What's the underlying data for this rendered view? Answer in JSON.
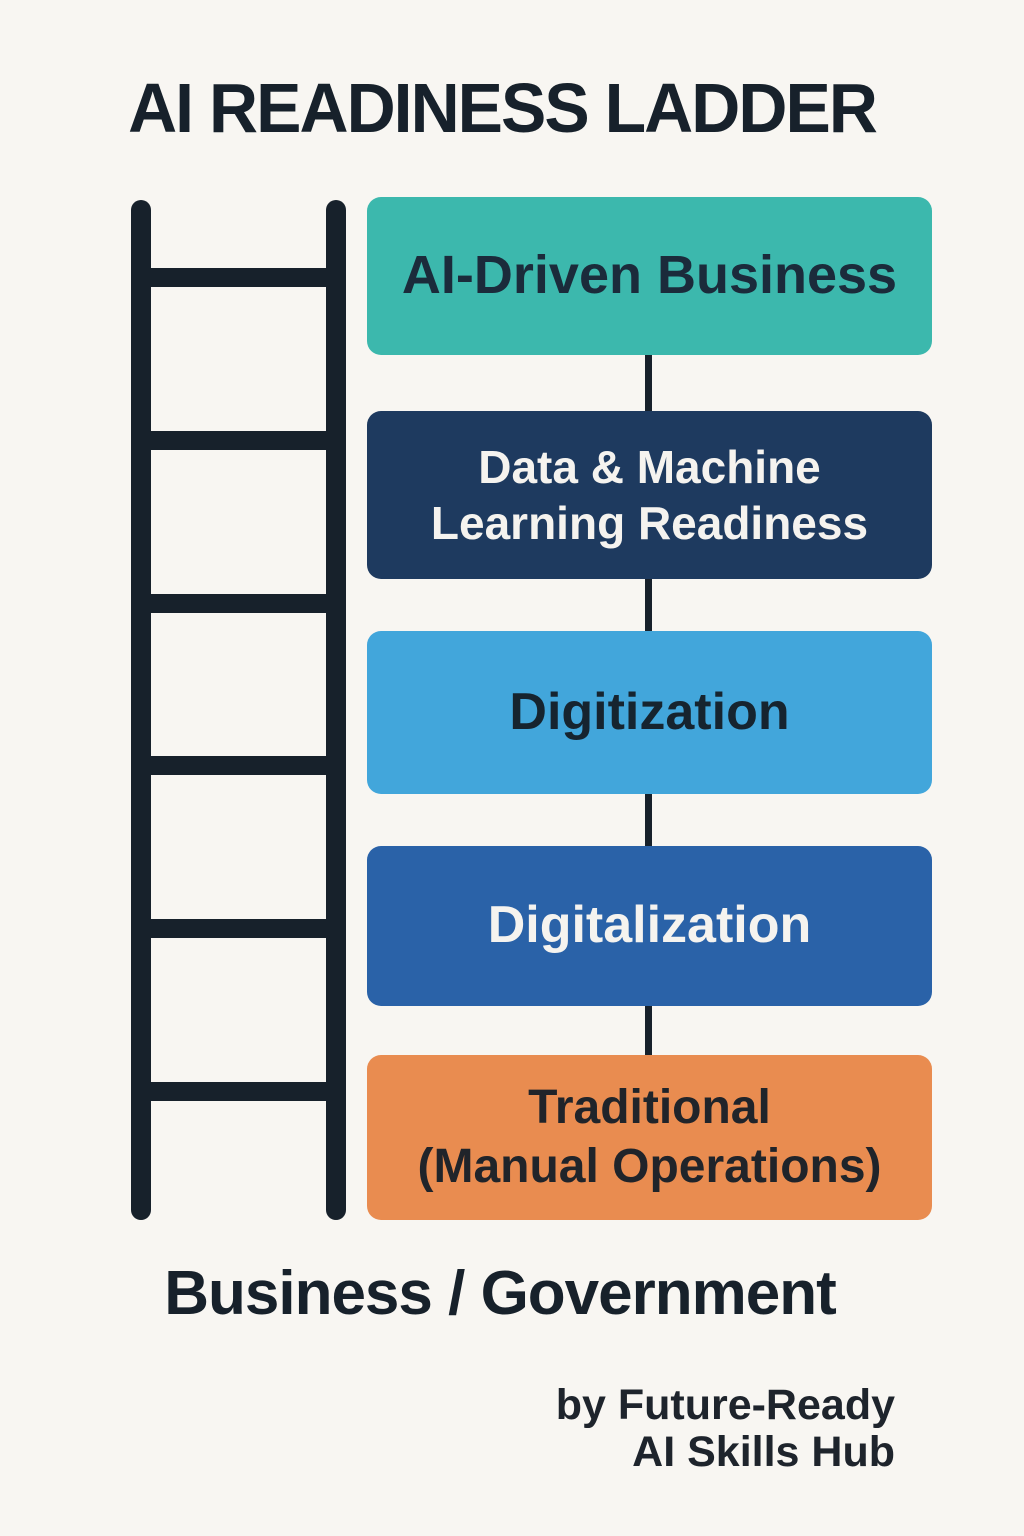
{
  "title": "AI READINESS LADDER",
  "levels": [
    {
      "label": "AI-Driven Business",
      "bg": "#3CB8AD",
      "fg": "#1B2B3B"
    },
    {
      "label": "Data & Machine\nLearning Readiness",
      "bg": "#1E3A5F",
      "fg": "#F5F3EF"
    },
    {
      "label": "Digitization",
      "bg": "#42A6DB",
      "fg": "#16242F"
    },
    {
      "label": "Digitalization",
      "bg": "#2A62A8",
      "fg": "#F5F3EF"
    },
    {
      "label": "Traditional\n(Manual Operations)",
      "bg": "#E98C50",
      "fg": "#20242A"
    }
  ],
  "axis_label": "Business / Government",
  "credit": {
    "line1": "by Future-Ready",
    "line2": "AI Skills Hub"
  },
  "ladder": {
    "rung_count": 6
  },
  "colors": {
    "background": "#F8F6F2",
    "ink": "#17212B"
  }
}
